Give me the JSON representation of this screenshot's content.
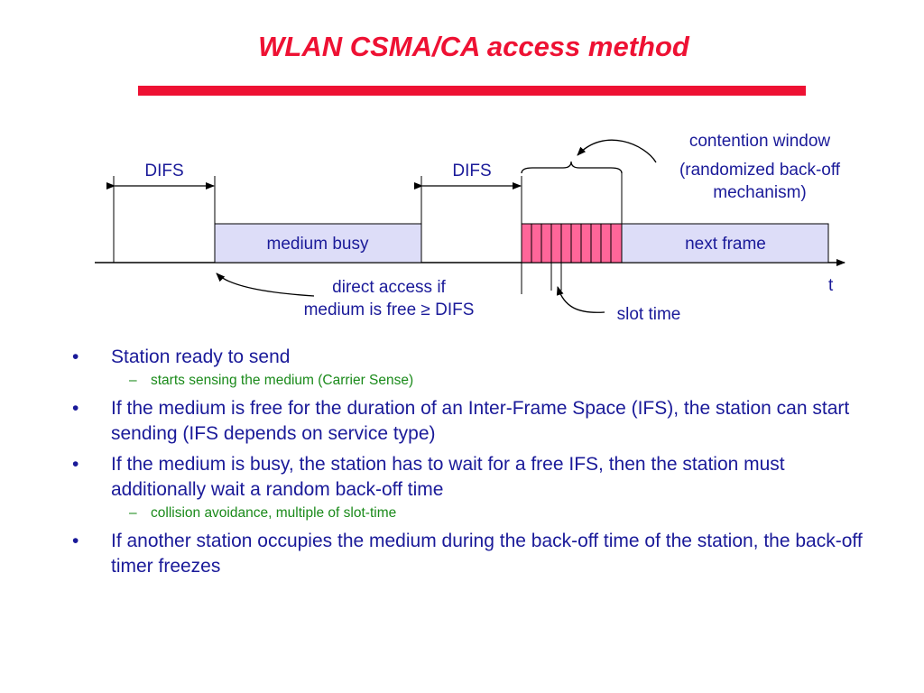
{
  "slide": {
    "title": "WLAN CSMA/CA access method",
    "accent_color": "#ee1133"
  },
  "diagram": {
    "difs_left": "DIFS",
    "difs_right": "DIFS",
    "medium_busy": "medium busy",
    "next_frame": "next frame",
    "contention_window_1": "contention window",
    "contention_window_2": "(randomized back-off",
    "contention_window_3": "mechanism)",
    "direct_access_1": "direct access if",
    "direct_access_2": "medium is free ≥ DIFS",
    "slot_time": "slot time",
    "time_axis": "t",
    "box_fill": "#ddddf8",
    "contention_fill": "#ff6699",
    "text_color": "#1a1a99"
  },
  "bullets": [
    {
      "marker": "•",
      "text": "Station ready to send",
      "sub": {
        "marker": "–",
        "text": "starts sensing the medium (Carrier Sense)"
      }
    },
    {
      "marker": "•",
      "text": "If the medium is free for the duration of an Inter-Frame Space (IFS), the station can start sending (IFS depends on service type)"
    },
    {
      "marker": "•",
      "text": "If the medium is busy, the station has to wait for a free IFS, then the station must additionally wait a random back-off time",
      "sub": {
        "marker": "–",
        "text": "collision avoidance, multiple of slot-time"
      }
    },
    {
      "marker": "•",
      "text": "If another station occupies the medium during the back-off time of the station, the back-off timer freezes"
    }
  ]
}
